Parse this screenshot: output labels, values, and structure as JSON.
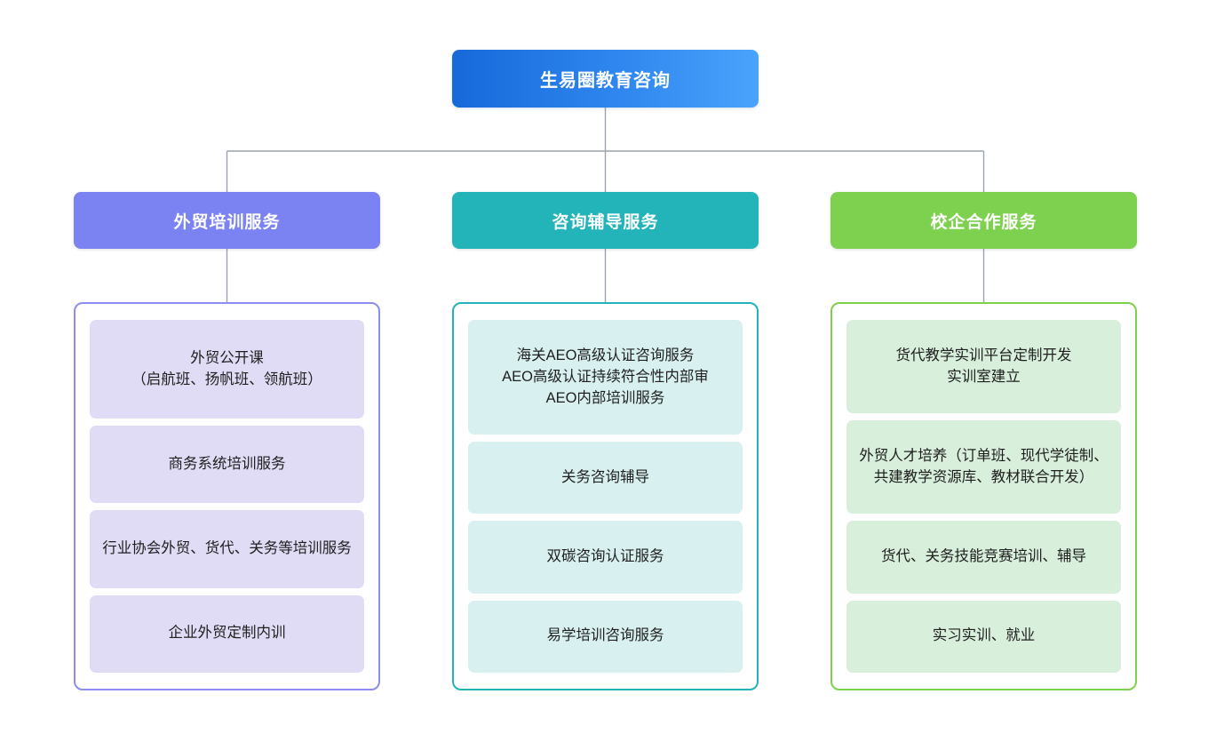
{
  "chart_data": {
    "type": "diagram",
    "title": "生易圈教育咨询",
    "layout": "organization-tree",
    "root": {
      "label": "生易圈教育咨询",
      "color": "#2f87ef"
    },
    "branches": [
      {
        "label": "外贸培训服务",
        "color": "#7b82f2",
        "card_fill": "#e0dcf5",
        "items": [
          "外贸公开课\n（启航班、扬帆班、领航班）",
          "商务系统培训服务",
          "行业协会外贸、货代、关务等培训服务",
          "企业外贸定制内训"
        ]
      },
      {
        "label": "咨询辅导服务",
        "color": "#22b4b8",
        "card_fill": "#d9f0f0",
        "items": [
          "海关AEO高级认证咨询服务\nAEO高级认证持续符合性内部审\nAEO内部培训服务",
          "关务咨询辅导",
          "双碳咨询认证服务",
          "易学培训咨询服务"
        ]
      },
      {
        "label": "校企合作服务",
        "color": "#7ed04f",
        "card_fill": "#d8efdc",
        "items": [
          "货代教学实训平台定制开发\n实训室建立",
          "外贸人才培养（订单班、现代学徒制、共建教学资源库、教材联合开发）",
          "货代、关务技能竞赛培训、辅导",
          "实习实训、就业"
        ]
      }
    ],
    "connector_color": "#9aa4b0"
  },
  "root": {
    "title": "生易圈教育咨询"
  },
  "columns": {
    "left": {
      "header": "外贸培训服务",
      "cards": [
        {
          "line1": "外贸公开课",
          "line2": "（启航班、扬帆班、领航班）"
        },
        {
          "line1": "商务系统培训服务"
        },
        {
          "line1": "行业协会外贸、货代、关务等培训服务"
        },
        {
          "line1": "企业外贸定制内训"
        }
      ]
    },
    "mid": {
      "header": "咨询辅导服务",
      "cards": [
        {
          "line1": "海关AEO高级认证咨询服务",
          "line2": "AEO高级认证持续符合性内部审",
          "line3": "AEO内部培训服务"
        },
        {
          "line1": "关务咨询辅导"
        },
        {
          "line1": "双碳咨询认证服务"
        },
        {
          "line1": "易学培训咨询服务"
        }
      ]
    },
    "right": {
      "header": "校企合作服务",
      "cards": [
        {
          "line1": "货代教学实训平台定制开发",
          "line2": "实训室建立"
        },
        {
          "line1": "外贸人才培养（订单班、现代学徒制、共建教学资源库、教材联合开发）"
        },
        {
          "line1": "货代、关务技能竞赛培训、辅导"
        },
        {
          "line1": "实习实训、就业"
        }
      ]
    }
  }
}
